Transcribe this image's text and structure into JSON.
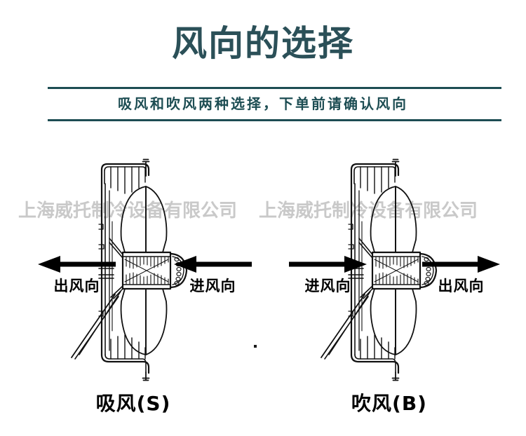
{
  "header": {
    "title": "风向的选择",
    "subtitle": "吸风和吹风两种选择，下单前请确认风向",
    "title_color": "#2b5058",
    "rule_color": "#1d4d53"
  },
  "watermark": {
    "text": "上海威托制冷设备有限公司",
    "color": "#c9c9c9"
  },
  "diagrams": [
    {
      "id": "suction",
      "caption": "吸风(S)",
      "airflow_direction": "left",
      "labels": {
        "left": "出风向",
        "right": "进风向"
      },
      "arrows": {
        "left": "arrow-left-icon",
        "right": "arrow-left-icon"
      }
    },
    {
      "id": "blow",
      "caption": "吹风(B)",
      "airflow_direction": "right",
      "labels": {
        "left": "进风向",
        "right": "出风向"
      },
      "arrows": {
        "left": "arrow-right-icon",
        "right": "arrow-right-icon"
      }
    }
  ],
  "labels": {
    "outlet": "出风向",
    "inlet": "进风向"
  },
  "captions": {
    "suction": "吸风(S)",
    "blow": "吹风(B)"
  },
  "colors": {
    "text_black": "#000000",
    "accent_teal": "#1d4d53",
    "background": "#ffffff"
  }
}
